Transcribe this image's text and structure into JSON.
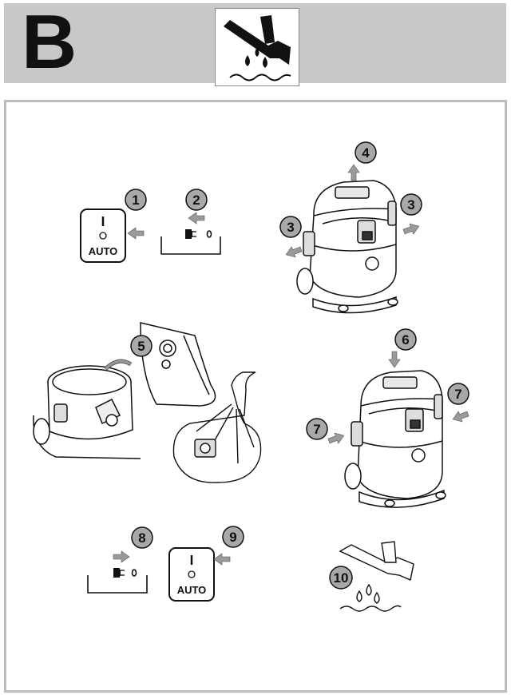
{
  "header": {
    "section_letter": "B",
    "icon": "wet-floor-nozzle-icon"
  },
  "switch_label": "AUTO",
  "steps": [
    "1",
    "2",
    "3",
    "3",
    "4",
    "5",
    "6",
    "7",
    "7",
    "8",
    "9",
    "10"
  ],
  "colors": {
    "header_bg": "#c8c8c8",
    "panel_border": "#bdbdbd",
    "badge_fill": "#a8a8a8",
    "arrow_fill": "#9a9a9a"
  }
}
